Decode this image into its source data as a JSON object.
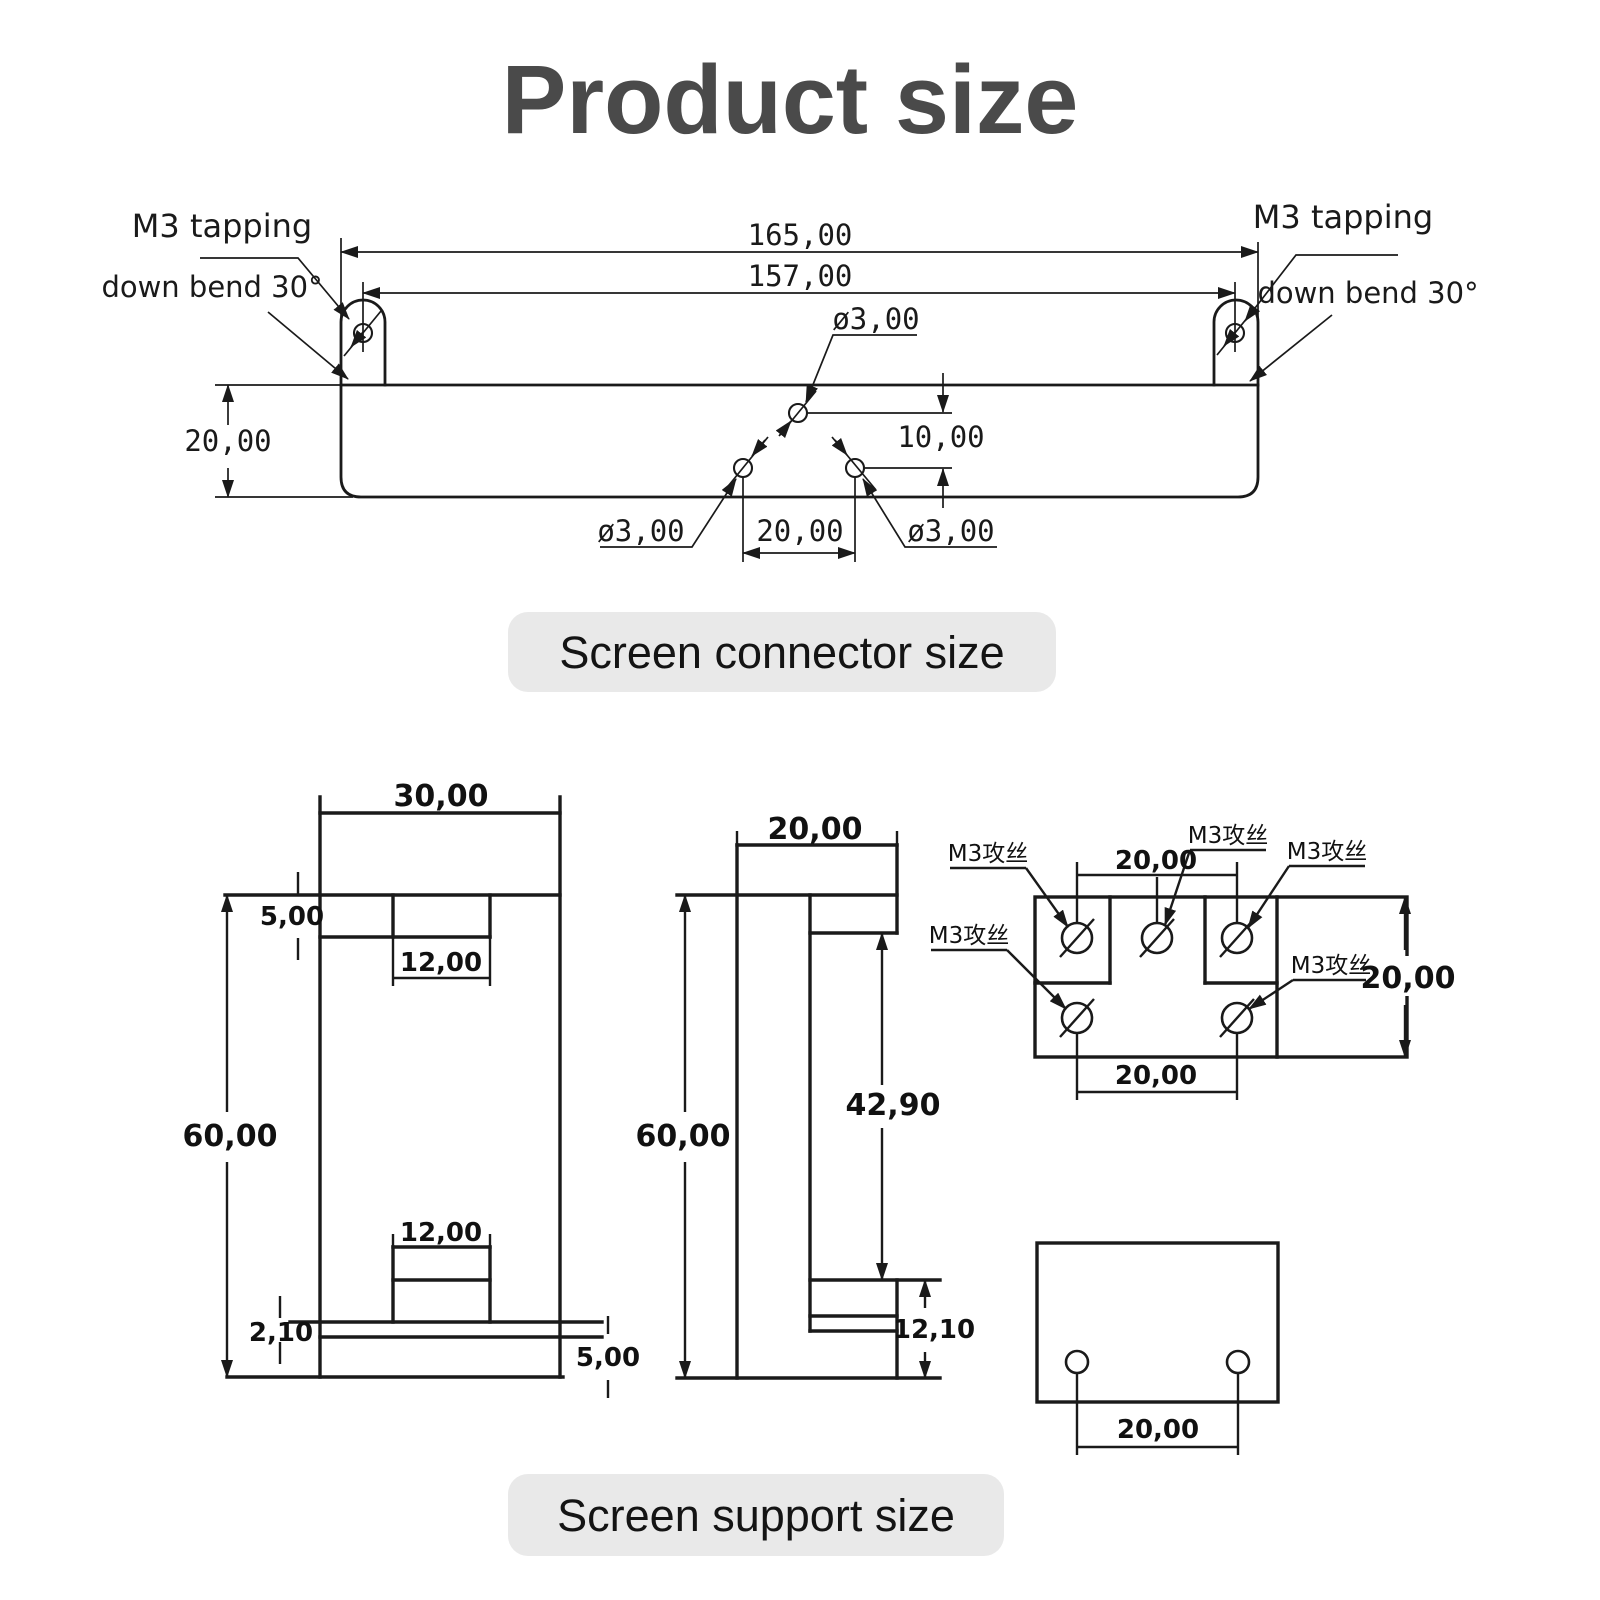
{
  "title": "Product size",
  "connector": {
    "caption": "Screen connector size",
    "label_m3_left": "M3 tapping",
    "label_bend_left": "down bend 30°",
    "label_m3_right": "M3 tapping",
    "label_bend_right": "down bend 30°",
    "dim_width_outer": "165,00",
    "dim_width_holes": "157,00",
    "dim_hole_center": "ø3,00",
    "dim_height": "20,00",
    "dim_hole_offset": "10,00",
    "dim_hole_left": "ø3,00",
    "dim_hole_spacing": "20,00",
    "dim_hole_right": "ø3,00"
  },
  "support": {
    "caption": "Screen support size",
    "front_view": {
      "dim_width": "30,00",
      "dim_notch_depth": "5,00",
      "dim_notch_width_top": "12,00",
      "dim_height": "60,00",
      "dim_notch_width_bottom": "12,00",
      "dim_slot_gap": "2,10",
      "dim_base_height": "5,00"
    },
    "side_view": {
      "dim_width": "20,00",
      "dim_height": "60,00",
      "dim_slot_height": "42,90",
      "dim_foot_height": "12,10"
    },
    "plan_view": {
      "label_tap_top_left": "M3攻丝",
      "label_tap_top_middle": "M3攻丝",
      "label_tap_top_right": "M3攻丝",
      "label_tap_mid_left": "M3攻丝",
      "label_tap_mid_right": "M3攻丝",
      "dim_hole_spacing_top": "20,00",
      "dim_depth": "20,00",
      "dim_hole_spacing_bottom": "20,00"
    },
    "bottom_view": {
      "dim_hole_spacing": "20,00"
    }
  }
}
